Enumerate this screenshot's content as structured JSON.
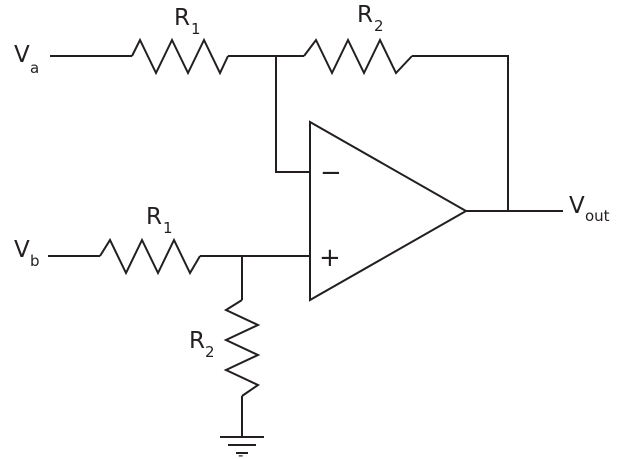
{
  "labels": {
    "va": {
      "main": "V",
      "sub": "a"
    },
    "vb": {
      "main": "V",
      "sub": "b"
    },
    "vout": {
      "main": "V",
      "sub": "out"
    },
    "r1_top": {
      "main": "R",
      "sub": "1"
    },
    "r2_top": {
      "main": "R",
      "sub": "2"
    },
    "r1_bottom": {
      "main": "R",
      "sub": "1"
    },
    "r2_bottom": {
      "main": "R",
      "sub": "2"
    }
  },
  "opamp": {
    "inverting_sign": "−",
    "noninverting_sign": "+"
  },
  "ground_mark": "-",
  "colors": {
    "line": "#231f20",
    "background": "#ffffff"
  }
}
